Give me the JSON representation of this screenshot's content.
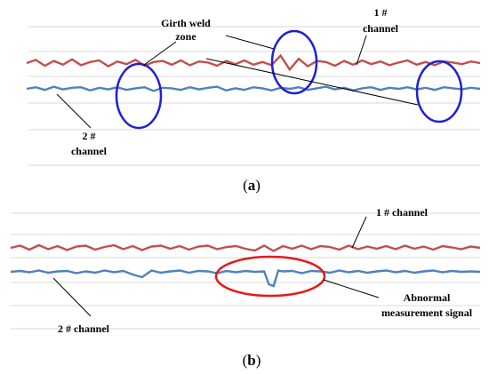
{
  "colors": {
    "channel1": "#c0504d",
    "channel2": "#4f81bd",
    "panel_a_highlight": "#1f1fd6",
    "panel_b_highlight": "#e8181c",
    "grid": "#d9d9d9",
    "leader": "#000000"
  },
  "chart_data": [
    {
      "type": "line",
      "panel": "a",
      "caption": {
        "open": "(",
        "letter": "a",
        "close": ")"
      },
      "x_range": [
        0,
        100
      ],
      "grid": true,
      "series": [
        {
          "name": "1 # channel",
          "color": "#c0504d",
          "x": [
            0,
            2,
            4,
            6,
            8,
            10,
            12,
            14,
            16,
            18,
            20,
            22,
            24,
            26,
            28,
            30,
            32,
            34,
            36,
            38,
            40,
            42,
            44,
            46,
            48,
            50,
            52,
            54,
            56,
            58,
            60,
            62,
            64,
            66,
            68,
            70,
            72,
            74,
            76,
            78,
            80,
            82,
            84,
            86,
            88,
            90,
            92,
            94,
            96,
            98,
            100
          ],
          "y": [
            0.0,
            0.6,
            -0.5,
            0.4,
            -0.3,
            0.7,
            -0.4,
            0.2,
            0.5,
            -0.6,
            0.3,
            -0.2,
            0.6,
            -0.5,
            0.2,
            0.4,
            -0.3,
            0.5,
            -0.4,
            0.3,
            0.1,
            -0.5,
            0.4,
            -0.2,
            0.5,
            -0.3,
            0.2,
            -0.4,
            1.4,
            -1.2,
            0.8,
            -0.6,
            0.4,
            0.2,
            -0.5,
            0.4,
            -0.3,
            0.5,
            -0.2,
            0.3,
            -0.4,
            0.1,
            0.5,
            -0.3,
            0.2,
            -0.4,
            0.3,
            0.1,
            -0.2,
            0.3,
            0.0
          ]
        },
        {
          "name": "2 # channel",
          "color": "#4f81bd",
          "x": [
            0,
            2,
            4,
            6,
            8,
            10,
            12,
            14,
            16,
            18,
            20,
            22,
            24,
            26,
            28,
            30,
            32,
            34,
            36,
            38,
            40,
            42,
            44,
            46,
            48,
            50,
            52,
            54,
            56,
            58,
            60,
            62,
            64,
            66,
            68,
            70,
            72,
            74,
            76,
            78,
            80,
            82,
            84,
            86,
            88,
            90,
            92,
            94,
            96,
            98,
            100
          ],
          "y": [
            0.0,
            0.3,
            -0.2,
            0.4,
            -0.1,
            0.2,
            0.3,
            -0.3,
            0.2,
            -0.1,
            0.3,
            -0.2,
            0.1,
            0.3,
            -0.4,
            0.2,
            0.1,
            -0.2,
            0.3,
            -0.1,
            0.2,
            0.4,
            -0.3,
            0.1,
            -0.2,
            0.3,
            0.1,
            -0.3,
            0.2,
            0.0,
            0.3,
            -0.2,
            0.1,
            0.4,
            -0.1,
            0.2,
            -0.3,
            0.1,
            0.3,
            -0.2,
            0.2,
            0.0,
            0.3,
            -0.1,
            0.2,
            -0.2,
            0.3,
            0.1,
            -0.1,
            0.2,
            0.0
          ]
        }
      ],
      "annotations": [
        {
          "text_line1": "Girth weld",
          "text_line2": "zone"
        },
        {
          "text_line1": "1 #",
          "text_line2": "channel"
        },
        {
          "text_line1": "2 #",
          "text_line2": "channel"
        }
      ]
    },
    {
      "type": "line",
      "panel": "b",
      "caption": {
        "open": "(",
        "letter": "b",
        "close": ")"
      },
      "x_range": [
        0,
        100
      ],
      "grid": true,
      "series": [
        {
          "name": "1 # channel",
          "color": "#c0504d",
          "x": [
            0,
            2,
            4,
            6,
            8,
            10,
            12,
            14,
            16,
            18,
            20,
            22,
            24,
            26,
            28,
            30,
            32,
            34,
            36,
            38,
            40,
            42,
            44,
            46,
            48,
            50,
            52,
            54,
            56,
            58,
            60,
            62,
            64,
            66,
            68,
            70,
            72,
            74,
            76,
            78,
            80,
            82,
            84,
            86,
            88,
            90,
            92,
            94,
            96,
            98,
            100
          ],
          "y": [
            0.0,
            0.5,
            -0.4,
            0.6,
            -0.3,
            0.4,
            -0.5,
            0.3,
            0.5,
            -0.4,
            0.2,
            0.6,
            -0.3,
            0.4,
            -0.5,
            0.3,
            0.5,
            -0.2,
            0.4,
            -0.4,
            0.3,
            0.5,
            -0.3,
            0.2,
            0.4,
            -0.2,
            -0.6,
            0.5,
            -0.7,
            0.4,
            -0.2,
            0.5,
            -0.3,
            0.4,
            0.2,
            -0.4,
            0.5,
            -0.3,
            0.3,
            -0.2,
            0.4,
            -0.3,
            0.5,
            -0.2,
            0.3,
            -0.4,
            0.4,
            0.1,
            -0.3,
            0.3,
            0.0
          ]
        },
        {
          "name": "2 # channel",
          "color": "#4f81bd",
          "x": [
            0,
            2,
            4,
            6,
            8,
            10,
            12,
            14,
            16,
            18,
            20,
            22,
            24,
            26,
            28,
            30,
            32,
            34,
            36,
            38,
            40,
            42,
            44,
            46,
            48,
            50,
            52,
            54,
            55,
            56,
            57,
            58,
            60,
            62,
            64,
            66,
            68,
            70,
            72,
            74,
            76,
            78,
            80,
            82,
            84,
            86,
            88,
            90,
            92,
            94,
            96,
            98,
            100
          ],
          "y": [
            0.0,
            0.2,
            -0.1,
            0.3,
            -0.2,
            0.1,
            0.2,
            -0.3,
            0.1,
            -0.2,
            0.3,
            -0.1,
            0.2,
            -0.6,
            -1.2,
            0.3,
            -0.2,
            0.1,
            0.3,
            -0.2,
            0.2,
            0.1,
            -0.3,
            0.2,
            -0.1,
            0.2,
            0.0,
            0.1,
            -2.8,
            -3.2,
            0.3,
            0.1,
            0.2,
            -0.3,
            0.2,
            0.1,
            -0.2,
            0.3,
            -0.1,
            0.2,
            -0.2,
            0.1,
            0.3,
            -0.1,
            0.2,
            -0.2,
            0.1,
            0.3,
            -0.1,
            0.2,
            0.0,
            0.1,
            0.0
          ]
        }
      ],
      "annotations": [
        {
          "text": "1 # channel"
        },
        {
          "text": "2 # channel"
        },
        {
          "text_line1": "Abnormal",
          "text_line2": "measurement signal"
        }
      ]
    }
  ]
}
